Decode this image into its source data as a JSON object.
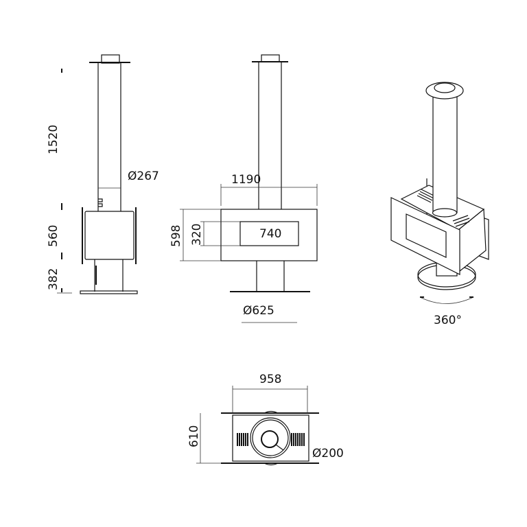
{
  "side_view": {
    "height_chimney": "1520",
    "pipe_diameter": "Ø267",
    "height_body": "560",
    "height_base": "382"
  },
  "front_view": {
    "width": "1190",
    "height": "598",
    "window_height": "320",
    "window_width": "740",
    "base_diameter": "Ø625"
  },
  "iso_view": {
    "rotation": "360°"
  },
  "top_view": {
    "width": "958",
    "depth": "610",
    "flue_diameter": "Ø200"
  },
  "colors": {
    "line": "#111111",
    "background": "#ffffff"
  }
}
